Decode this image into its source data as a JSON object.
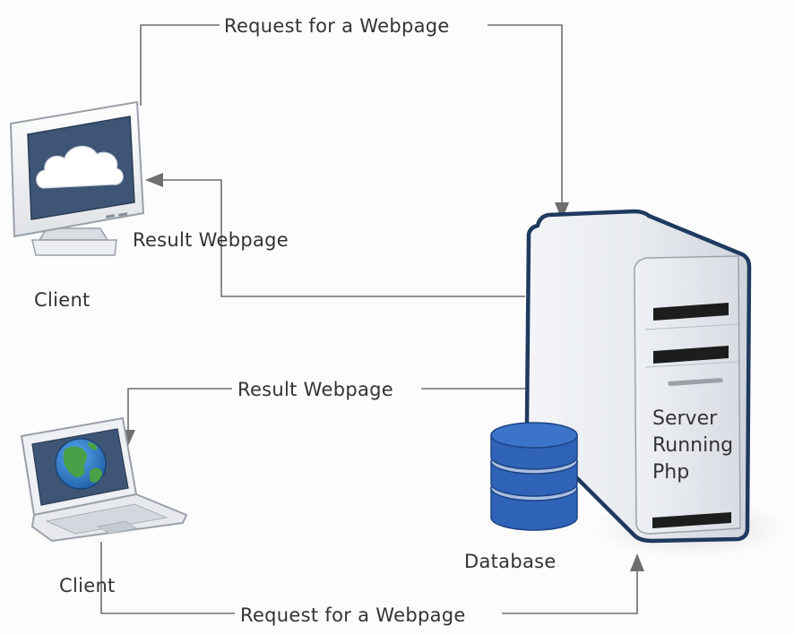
{
  "labels": {
    "top_request": "Request for a Webpage",
    "top_result": "Result Webpage",
    "bottom_result": "Result Webpage",
    "bottom_request": "Request for a Webpage",
    "client_desktop": "Client",
    "client_laptop": "Client",
    "database": "Database",
    "server_line1": "Server",
    "server_line2": "Running",
    "server_line3": "Php"
  },
  "colors": {
    "connector": "#6f6f6f",
    "text": "#333333",
    "screen": "#3e5575",
    "server_outline": "#1f3a5f",
    "database_blue": "#2f63b8",
    "globe_ocean": "#2d7fd0",
    "globe_land": "#4aa046"
  },
  "icons": {
    "desktop": "monitor-with-cloud",
    "laptop": "laptop-with-globe",
    "server": "tower-server",
    "database": "database-cylinder"
  }
}
